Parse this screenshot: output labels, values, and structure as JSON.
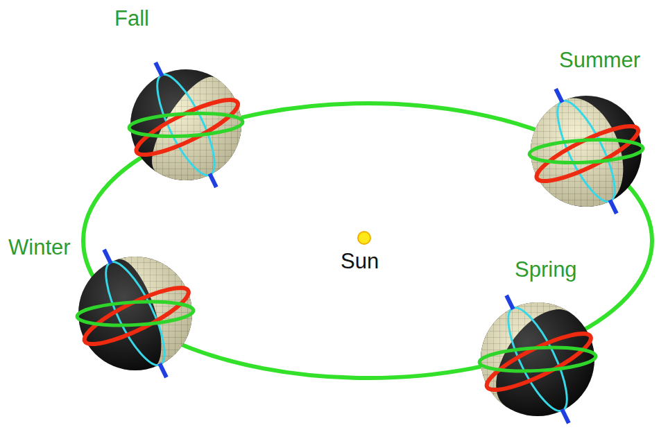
{
  "diagram": {
    "labels": [
      "Fall",
      "Summer",
      "Winter",
      "Spring",
      "Sun"
    ]
  }
}
